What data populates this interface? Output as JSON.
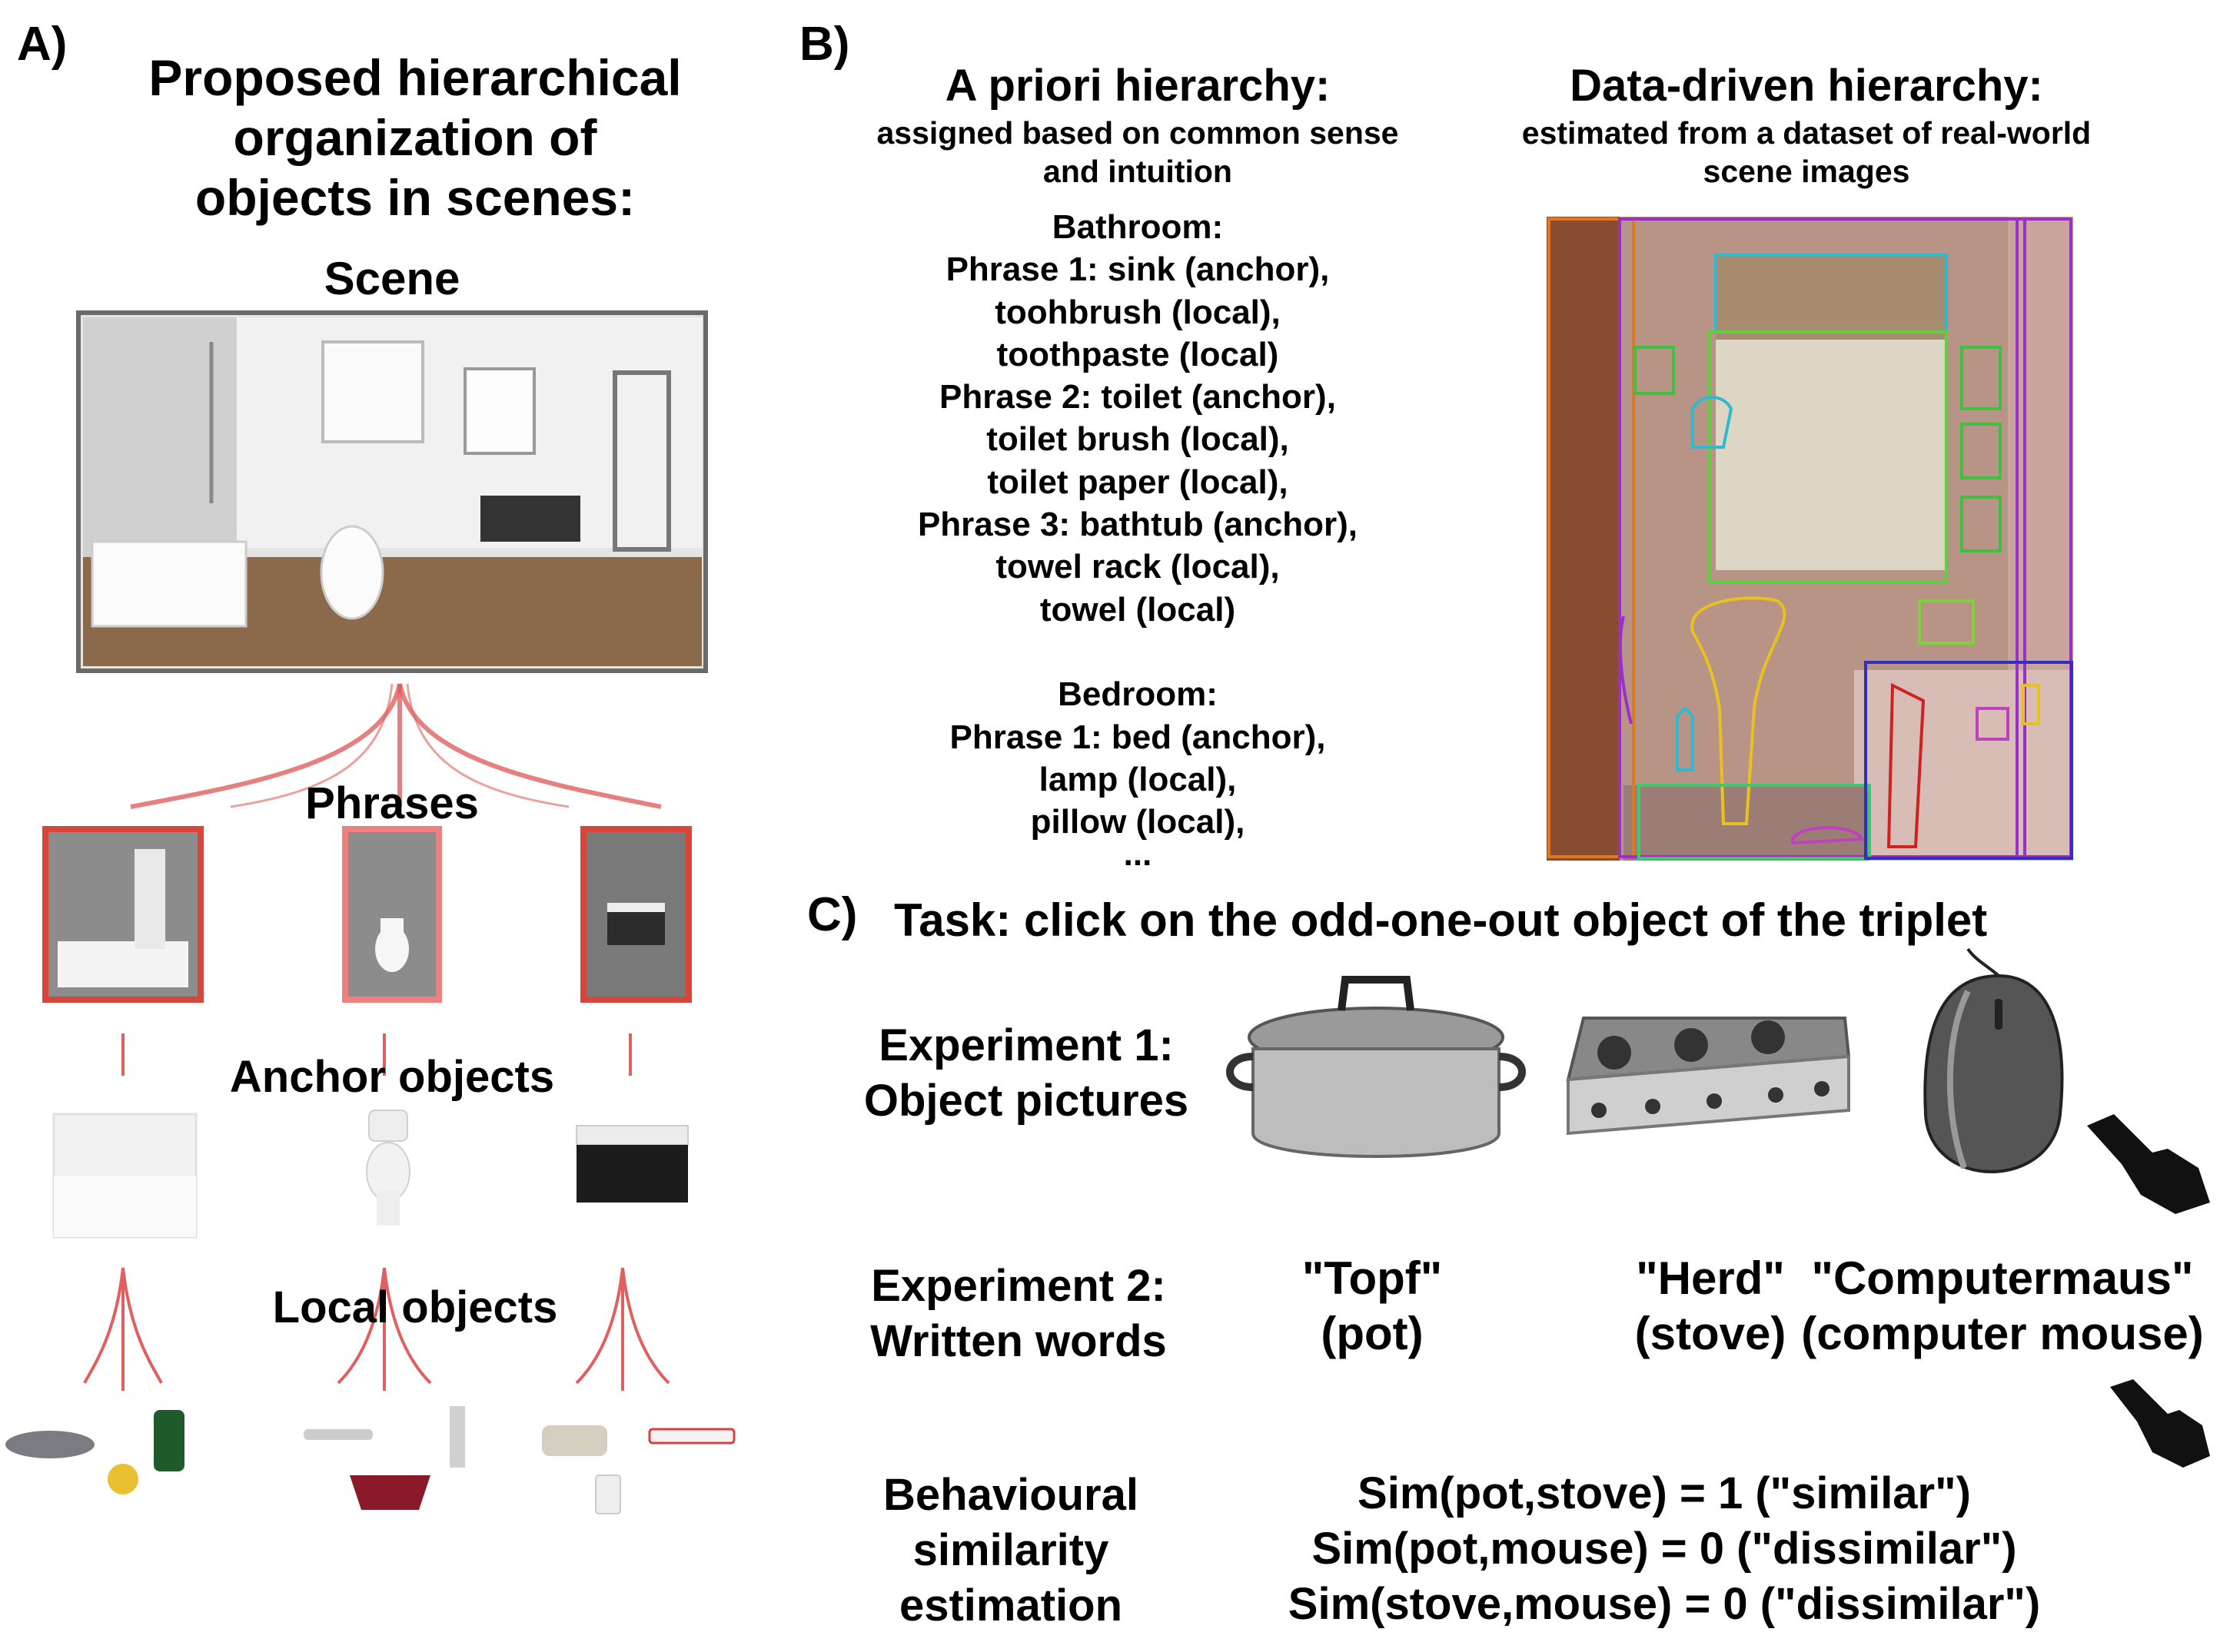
{
  "panel_a": {
    "label": "A)",
    "title": [
      "Proposed hierarchical",
      "organization of",
      "objects in scenes:"
    ],
    "scene_label": "Scene",
    "phrases_label": "Phrases",
    "anchor_label": "Anchor objects",
    "local_label": "Local objects"
  },
  "panel_b": {
    "label": "B)",
    "apriori": {
      "title": "A priori hierarchy:",
      "subtitle": [
        "assigned based on common sense",
        "and intuition"
      ],
      "lines": [
        "Bathroom:",
        "Phrase 1: sink (anchor),",
        "toohbrush (local),",
        "toothpaste (local)",
        "Phrase 2: toilet (anchor),",
        "toilet brush (local),",
        "toilet paper (local),",
        "Phrase 3: bathtub (anchor),",
        "towel rack (local),",
        "towel (local)",
        "",
        "Bedroom:",
        "Phrase 1: bed (anchor),",
        "lamp (local),",
        "pillow (local),",
        "..."
      ]
    },
    "datadriven": {
      "title": "Data-driven hierarchy:",
      "subtitle": [
        "estimated from a dataset of real-world",
        "scene images"
      ]
    }
  },
  "panel_c": {
    "label": "C)",
    "task": "Task: click on the odd-one-out object of the triplet",
    "exp1": [
      "Experiment 1:",
      "Object pictures"
    ],
    "exp2": [
      "Experiment 2:",
      "Written words"
    ],
    "words": [
      {
        "word": "\"Topf\"",
        "gloss": "(pot)"
      },
      {
        "word": "\"Herd\"",
        "gloss": "(stove)"
      },
      {
        "word": "\"Computermaus\"",
        "gloss": "(computer mouse)"
      }
    ],
    "behav": [
      "Behavioural",
      "similarity",
      "estimation"
    ],
    "sims": [
      "Sim(pot,stove) = 1 (\"similar\")",
      "Sim(pot,mouse) = 0 (\"dissimilar\")",
      "Sim(stove,mouse) = 0 (\"dissimilar\")"
    ]
  },
  "colors": {
    "phrase_frame": "#d8453a",
    "branch": "#e06060"
  }
}
